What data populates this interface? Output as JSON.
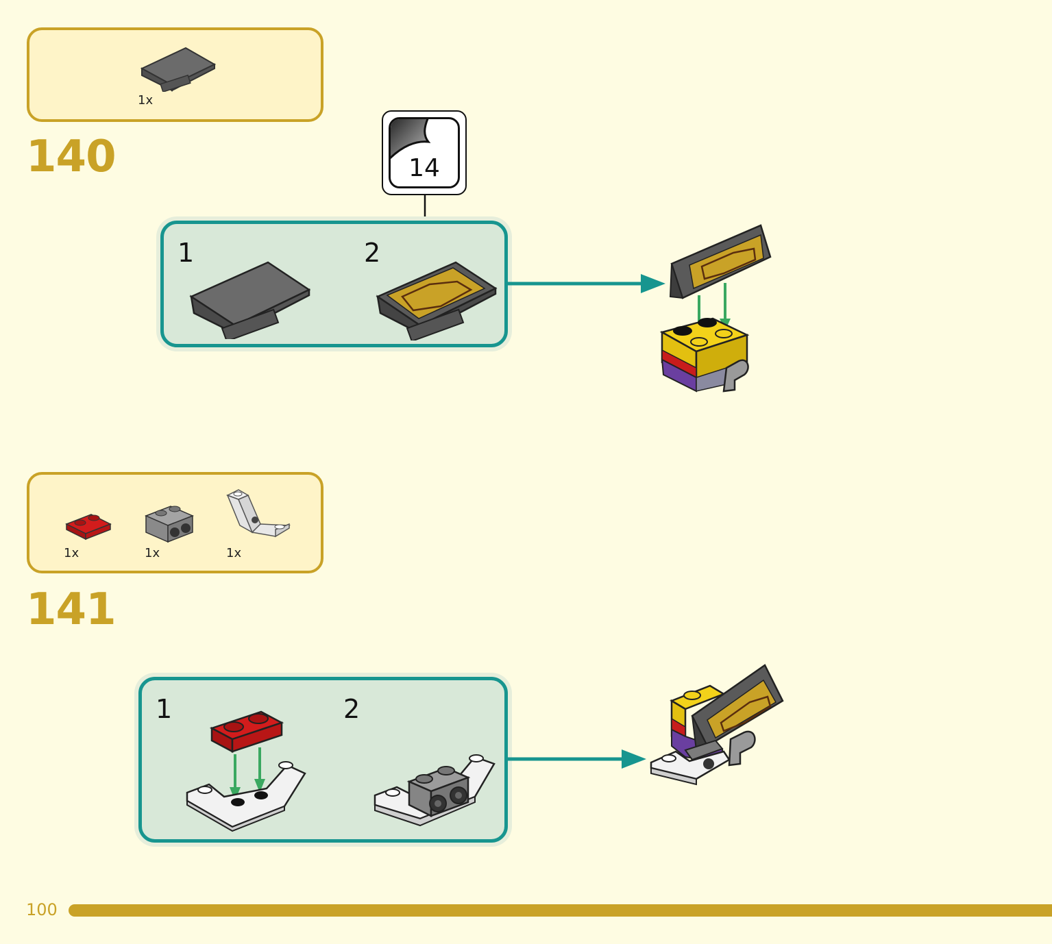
{
  "steps": [
    {
      "number": "140",
      "parts": [
        {
          "name": "dark-gray-slope-panel",
          "qty": "1x"
        }
      ],
      "sub_steps": [
        "1",
        "2"
      ],
      "sticker": "14"
    },
    {
      "number": "141",
      "parts": [
        {
          "name": "red-plate-1x2",
          "qty": "1x"
        },
        {
          "name": "gray-bracket-1x2",
          "qty": "1x"
        },
        {
          "name": "white-inverted-slope-bracket",
          "qty": "1x"
        }
      ],
      "sub_steps": [
        "1",
        "2"
      ]
    }
  ],
  "colors": {
    "accent_gold": "#c9a227",
    "teal": "#17958f",
    "page_bg": "#fefce2",
    "arrow_green": "#3aa860"
  },
  "page_number": "100"
}
